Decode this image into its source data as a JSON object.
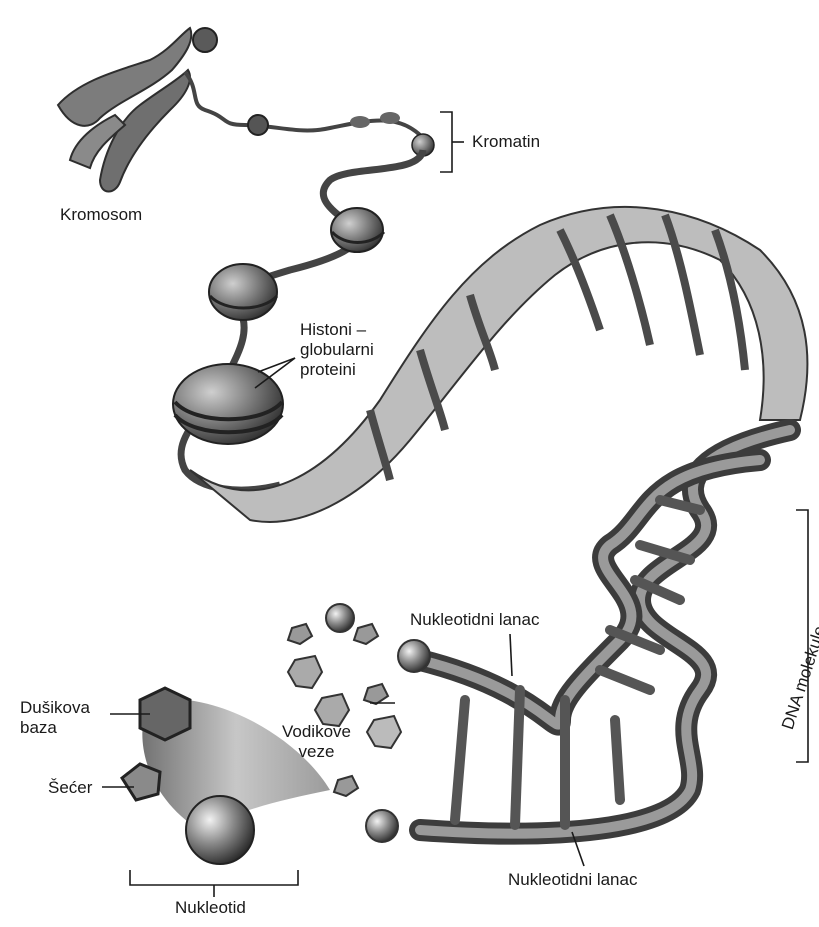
{
  "labels": {
    "kromosom": "Kromosom",
    "kromatin": "Kromatin",
    "histoni_line1": "Histoni –",
    "histoni_line2": "globularni",
    "histoni_line3": "proteini",
    "nukleotidni_lanac_top": "Nukleotidni lanac",
    "dna_molekule": "DNA molekule",
    "dusikova_line1": "Dušikova",
    "dusikova_line2": "baza",
    "secer": "Šećer",
    "vodikove_line1": "Vodikove",
    "vodikove_line2": "veze",
    "nukleotid": "Nukleotid",
    "nukleotidni_lanac_bottom": "Nukleotidni lanac"
  },
  "colors": {
    "ink": "#1a1a1a",
    "strand_dark": "#3c3c3c",
    "strand_mid": "#7a7a7a",
    "strand_light": "#c8c8c8",
    "background": "#ffffff"
  }
}
